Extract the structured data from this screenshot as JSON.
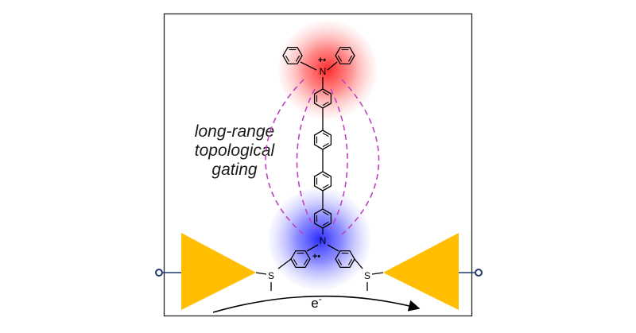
{
  "annotation": {
    "lines": [
      "long-range",
      "topological",
      "gating"
    ]
  },
  "atoms": {
    "nitrogen": "N",
    "sulfur": "S",
    "radical_cation": "+•"
  },
  "electron": {
    "base": "e",
    "superscript": "-"
  },
  "colors": {
    "frame": "#222222",
    "electrode": "#FFBE00",
    "top_glow": "#FF3030",
    "bottom_glow": "#3C3CFF",
    "pathway": "#C040C0",
    "terminal": "#1F3A6B"
  }
}
